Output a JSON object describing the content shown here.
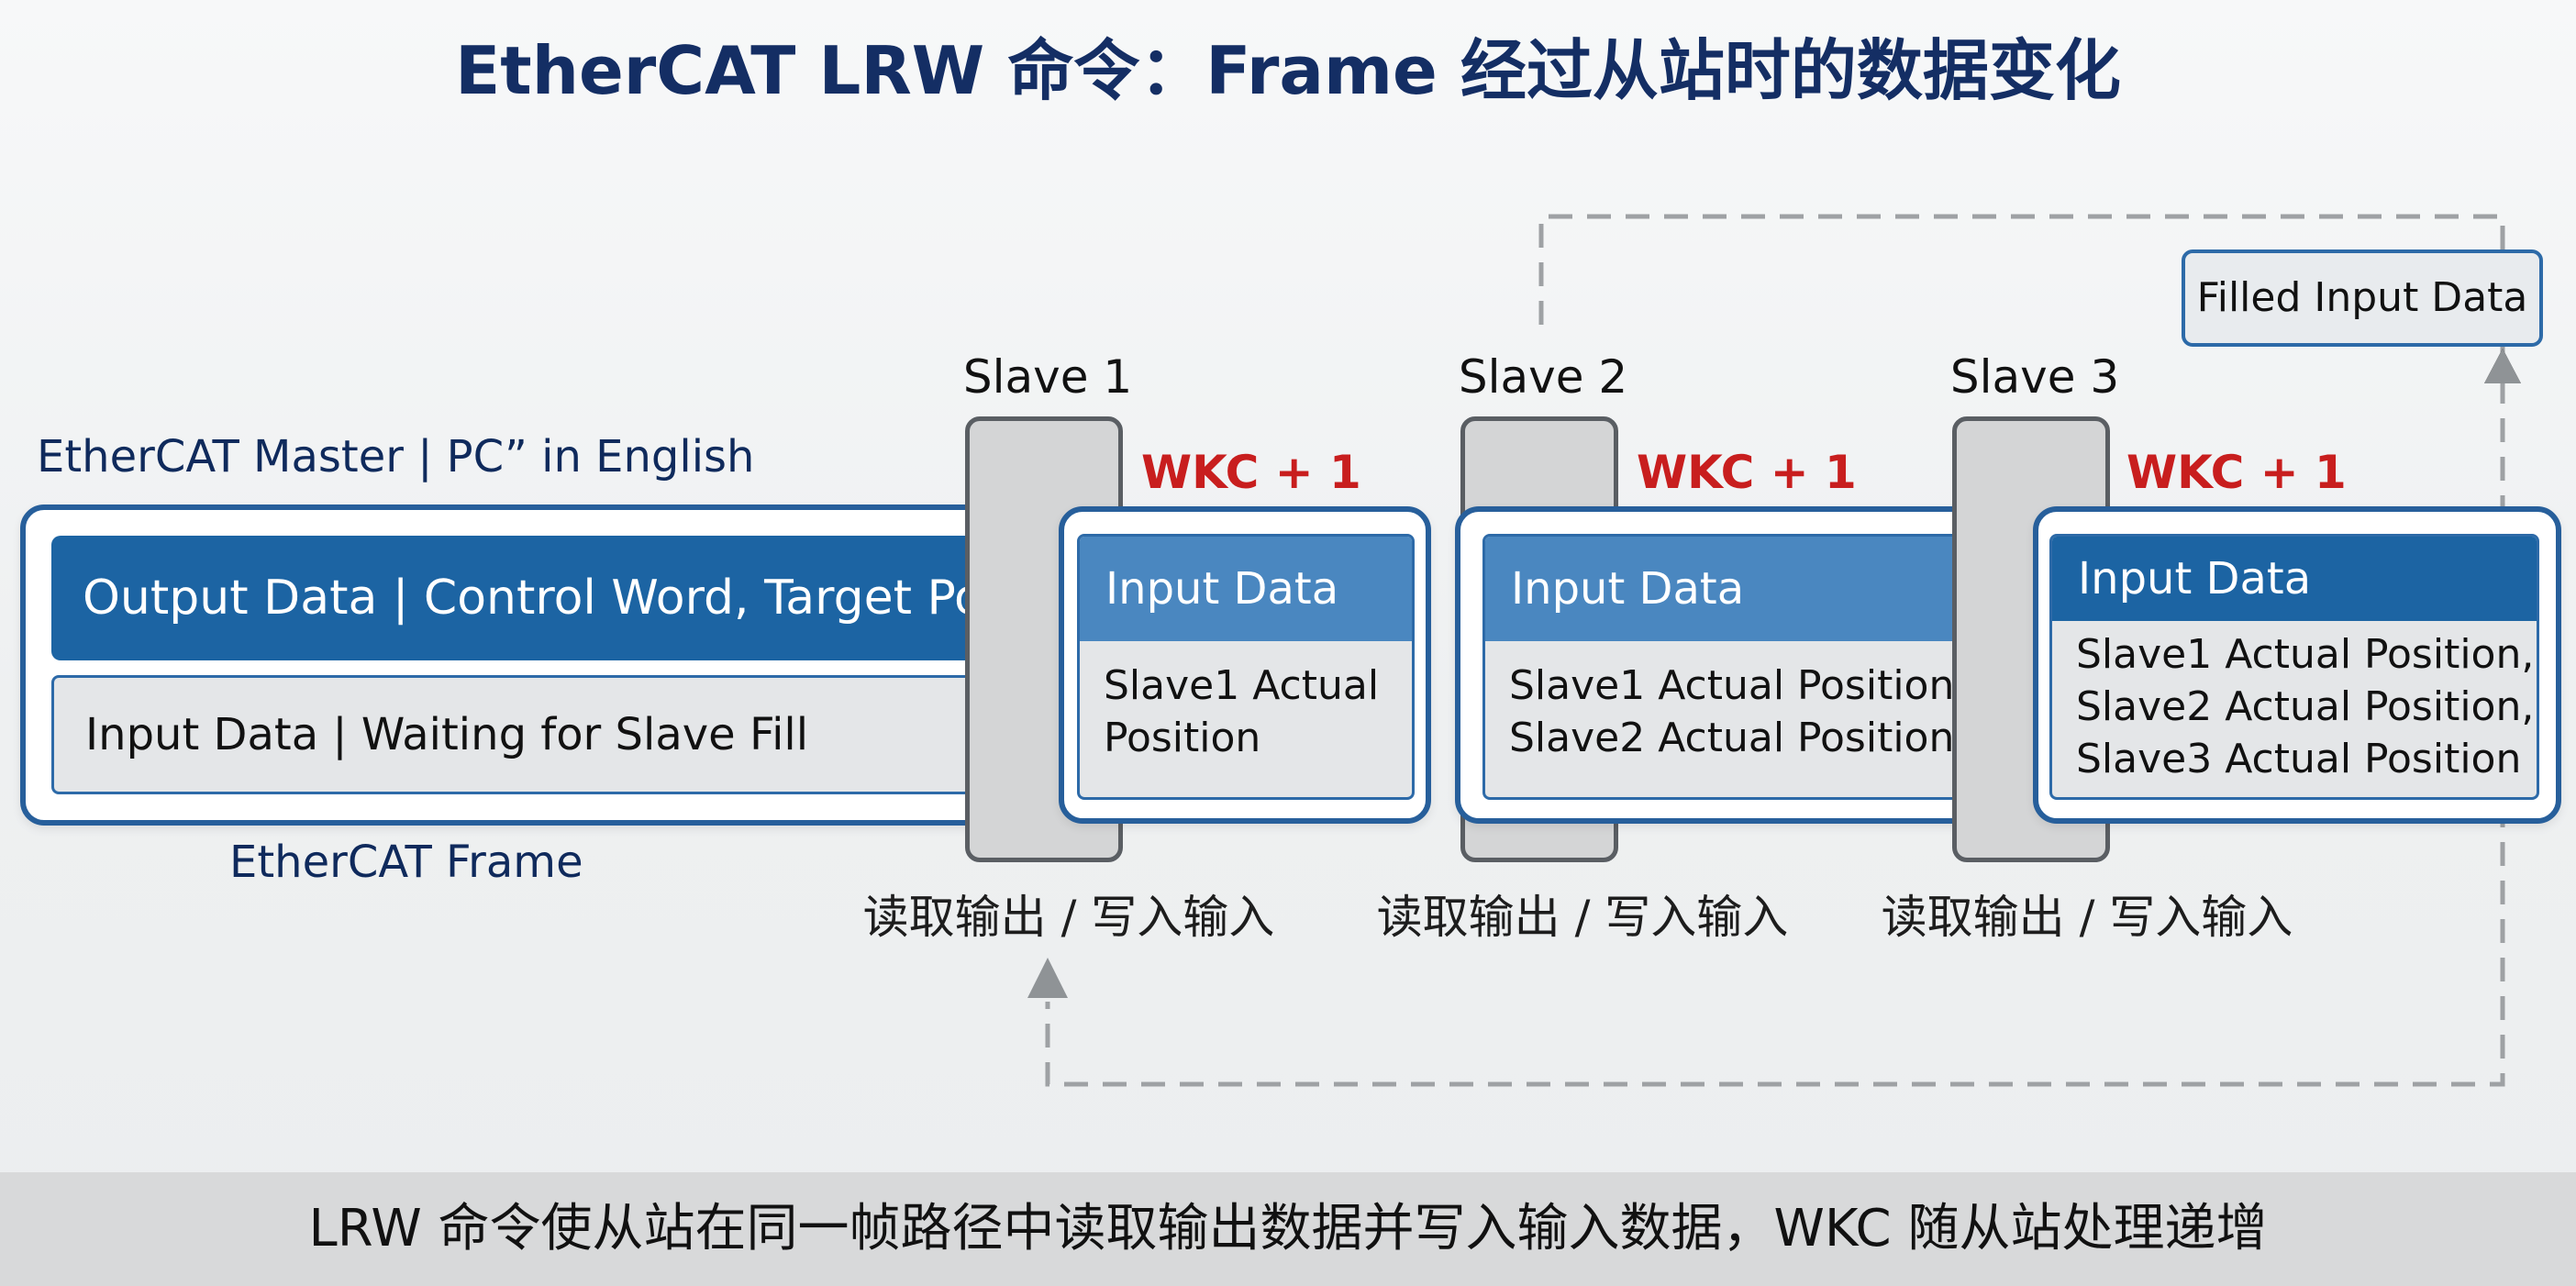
{
  "title": "EtherCAT LRW 命令：Frame 经过从站时的数据变化",
  "master": {
    "label": "EtherCAT Master | PC” in English",
    "output_bar": "Output Data | Control Word, Target Position",
    "input_bar": "Input Data | Waiting for Slave Fill",
    "frame_label": "EtherCAT Frame"
  },
  "slaves": [
    {
      "name": "Slave 1",
      "wkc": "WKC + 1",
      "section_title": "Input Data",
      "lines": [
        "Slave1 Actual",
        "Position"
      ],
      "action": "读取输出 / 写入输入"
    },
    {
      "name": "Slave 2",
      "wkc": "WKC + 1",
      "section_title": "Input Data",
      "lines": [
        "Slave1 Actual Position,",
        "Slave2 Actual Position"
      ],
      "action": "读取输出 / 写入输入"
    },
    {
      "name": "Slave 3",
      "wkc": "WKC + 1",
      "section_title": "Input Data",
      "lines": [
        "Slave1 Actual Position,",
        "Slave2 Actual Position,",
        "Slave3 Actual Position"
      ],
      "action": "读取输出 / 写入输入"
    }
  ],
  "filled_input": "Filled Input Data",
  "footer": "LRW 命令使从站在同一帧路径中读取输出数据并写入输入数据，WKC 随从站处理递增",
  "colors": {
    "title": "#142e64",
    "frame_border": "#275f9b",
    "output_bar": "#1c64a3",
    "input_header": "#4a87c0",
    "wkc": "#c81e1e",
    "return_path": "#9ea1a4"
  }
}
